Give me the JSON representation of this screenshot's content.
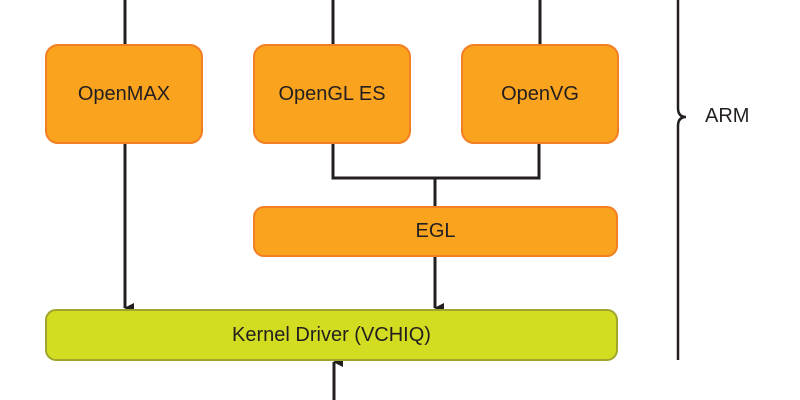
{
  "diagram": {
    "nodes": {
      "openmax": "OpenMAX",
      "opengl_es": "OpenGL ES",
      "openvg": "OpenVG",
      "egl": "EGL",
      "kernel_driver": "Kernel Driver (VCHIQ)"
    },
    "group_label": "ARM",
    "edges": [
      {
        "from": "above",
        "to": "OpenMAX"
      },
      {
        "from": "above",
        "to": "OpenGL ES"
      },
      {
        "from": "above",
        "to": "OpenVG"
      },
      {
        "from": "OpenMAX",
        "to": "Kernel Driver (VCHIQ)",
        "arrow": true
      },
      {
        "from": "OpenGL ES",
        "to": "EGL"
      },
      {
        "from": "OpenVG",
        "to": "EGL"
      },
      {
        "from": "EGL",
        "to": "Kernel Driver (VCHIQ)",
        "arrow": true
      },
      {
        "from": "below",
        "to": "Kernel Driver (VCHIQ)",
        "arrow": true
      }
    ],
    "colors": {
      "api_fill": "#f9a31e",
      "api_border": "#f27f22",
      "driver_fill": "#d2dd21",
      "driver_border": "#9fa62a",
      "line": "#231f20"
    }
  }
}
